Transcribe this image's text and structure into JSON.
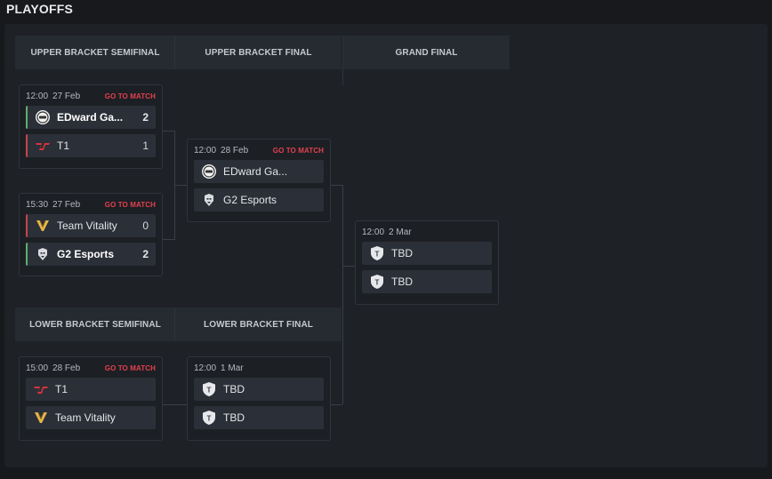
{
  "page": {
    "title": "PLAYOFFS"
  },
  "rounds": {
    "upper_semifinal": "UPPER BRACKET SEMIFINAL",
    "upper_final": "UPPER BRACKET FINAL",
    "grand_final": "GRAND FINAL",
    "lower_semifinal": "LOWER BRACKET SEMIFINAL",
    "lower_final": "LOWER BRACKET FINAL"
  },
  "matches": {
    "ubsf1": {
      "time": "12:00",
      "date": "27 Feb",
      "link": "GO TO MATCH",
      "team1": {
        "name": "EDward Ga...",
        "score": "2",
        "icon": "edward-gaming-logo-icon"
      },
      "team2": {
        "name": "T1",
        "score": "1",
        "icon": "t1-logo-icon"
      }
    },
    "ubsf2": {
      "time": "15:30",
      "date": "27 Feb",
      "link": "GO TO MATCH",
      "team1": {
        "name": "Team Vitality",
        "score": "0",
        "icon": "vitality-bee-icon"
      },
      "team2": {
        "name": "G2 Esports",
        "score": "2",
        "icon": "g2-samurai-icon"
      }
    },
    "ubf": {
      "time": "12:00",
      "date": "28 Feb",
      "link": "GO TO MATCH",
      "team1": {
        "name": "EDward Ga...",
        "icon": "edward-gaming-logo-icon"
      },
      "team2": {
        "name": "G2 Esports",
        "icon": "g2-samurai-icon"
      }
    },
    "gf": {
      "time": "12:00",
      "date": "2 Mar",
      "team1": {
        "name": "TBD",
        "icon": "tbd-shield-icon"
      },
      "team2": {
        "name": "TBD",
        "icon": "tbd-shield-icon"
      }
    },
    "lbsf": {
      "time": "15:00",
      "date": "28 Feb",
      "link": "GO TO MATCH",
      "team1": {
        "name": "T1",
        "icon": "t1-logo-icon"
      },
      "team2": {
        "name": "Team Vitality",
        "icon": "vitality-bee-icon"
      }
    },
    "lbf": {
      "time": "12:00",
      "date": "1 Mar",
      "team1": {
        "name": "TBD",
        "icon": "tbd-shield-icon"
      },
      "team2": {
        "name": "TBD",
        "icon": "tbd-shield-icon"
      }
    }
  },
  "icons": {
    "tbd_letter": "T"
  },
  "colors": {
    "win": "#5fae6f",
    "loss": "#c9424c",
    "link": "#e2414e"
  }
}
